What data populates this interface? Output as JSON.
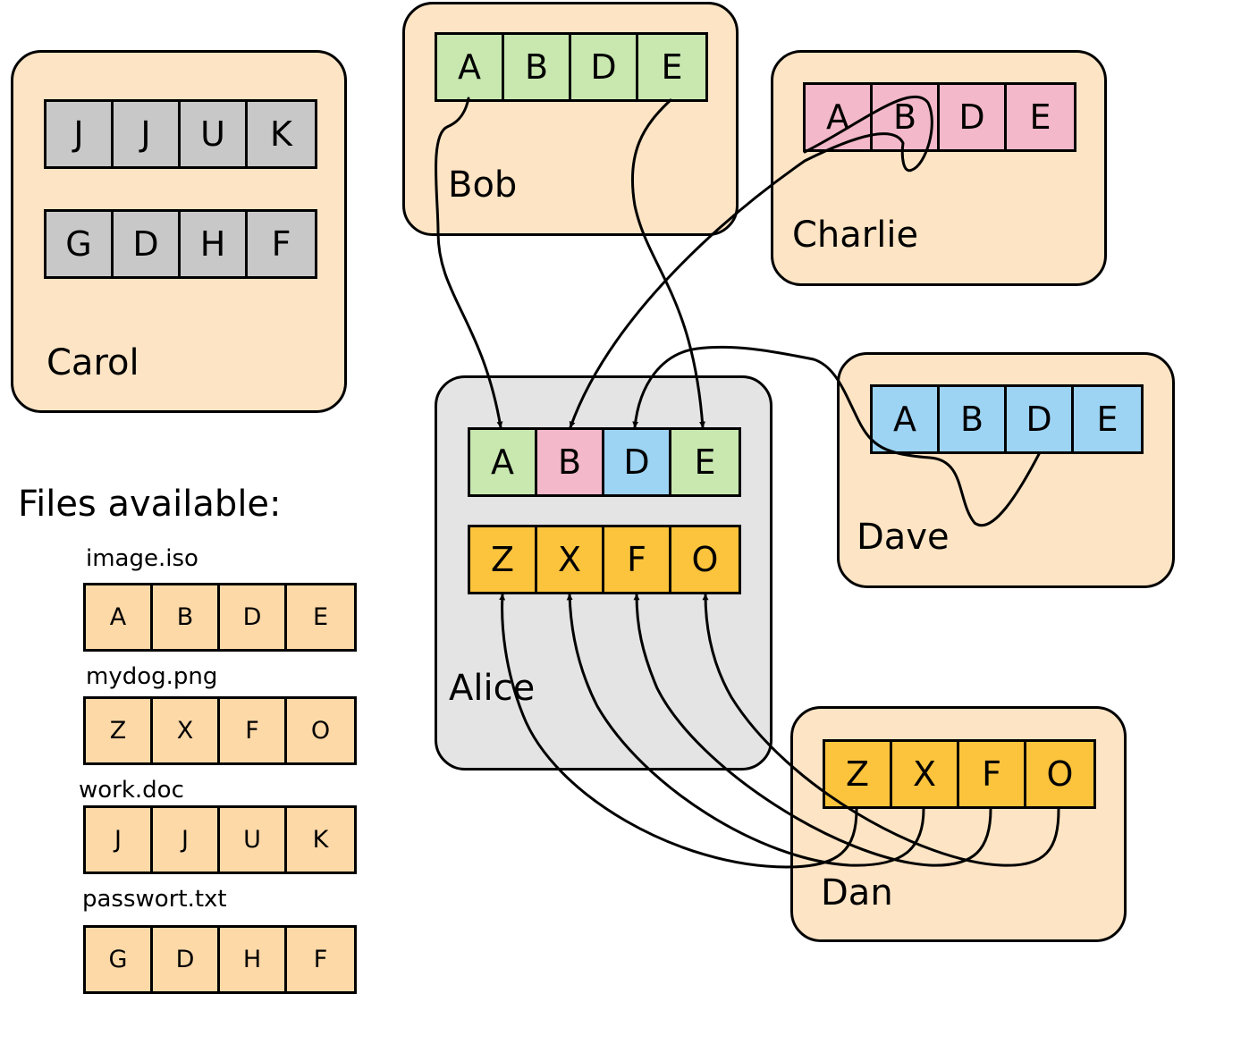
{
  "colors": {
    "peer_bg": "#fde4c4",
    "alice_bg": "#e4e4e4",
    "green": "#c8e8b0",
    "pink": "#f3b8c9",
    "blue": "#9dd3f3",
    "yellow": "#fbc43c",
    "gray": "#c8c8c8",
    "file_bg": "#fdd9a8"
  },
  "peers": {
    "carol": {
      "name": "Carol",
      "rows": [
        [
          "J",
          "J",
          "U",
          "K"
        ],
        [
          "G",
          "D",
          "H",
          "F"
        ]
      ]
    },
    "bob": {
      "name": "Bob",
      "blocks": [
        "A",
        "B",
        "D",
        "E"
      ]
    },
    "charlie": {
      "name": "Charlie",
      "blocks": [
        "A",
        "B",
        "D",
        "E"
      ]
    },
    "dave": {
      "name": "Dave",
      "blocks": [
        "A",
        "B",
        "D",
        "E"
      ]
    },
    "dan": {
      "name": "Dan",
      "blocks": [
        "Z",
        "X",
        "F",
        "O"
      ]
    },
    "alice": {
      "name": "Alice",
      "row1": [
        "A",
        "B",
        "D",
        "E"
      ],
      "row2": [
        "Z",
        "X",
        "F",
        "O"
      ]
    }
  },
  "files": {
    "heading": "Files available:",
    "items": [
      {
        "name": "image.iso",
        "blocks": [
          "A",
          "B",
          "D",
          "E"
        ]
      },
      {
        "name": "mydog.png",
        "blocks": [
          "Z",
          "X",
          "F",
          "O"
        ]
      },
      {
        "name": "work.doc",
        "blocks": [
          "J",
          "J",
          "U",
          "K"
        ]
      },
      {
        "name": "passwort.txt",
        "blocks": [
          "G",
          "D",
          "H",
          "F"
        ]
      }
    ]
  }
}
